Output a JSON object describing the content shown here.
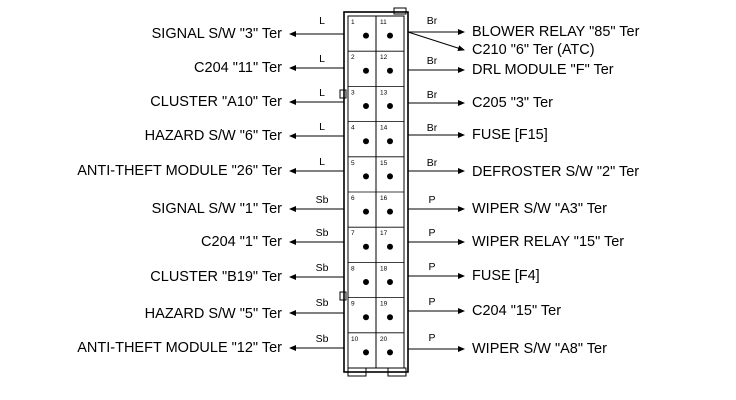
{
  "left_pins": [
    {
      "pin": "1",
      "wire": "L",
      "label": "SIGNAL S/W \"3\" Ter"
    },
    {
      "pin": "2",
      "wire": "L",
      "label": "C204 \"11\" Ter"
    },
    {
      "pin": "3",
      "wire": "L",
      "label": "CLUSTER \"A10\" Ter"
    },
    {
      "pin": "4",
      "wire": "L",
      "label": "HAZARD S/W \"6\" Ter"
    },
    {
      "pin": "5",
      "wire": "L",
      "label": "ANTI-THEFT MODULE \"26\" Ter"
    },
    {
      "pin": "6",
      "wire": "Sb",
      "label": "SIGNAL S/W \"1\" Ter"
    },
    {
      "pin": "7",
      "wire": "Sb",
      "label": "C204 \"1\" Ter"
    },
    {
      "pin": "8",
      "wire": "Sb",
      "label": "CLUSTER \"B19\" Ter"
    },
    {
      "pin": "9",
      "wire": "Sb",
      "label": "HAZARD S/W \"5\" Ter"
    },
    {
      "pin": "10",
      "wire": "Sb",
      "label": "ANTI-THEFT MODULE \"12\" Ter"
    }
  ],
  "right_pins": [
    {
      "pin": "11",
      "wire": "Br",
      "label": "BLOWER RELAY \"85\" Ter",
      "label2": "C210 \"6\" Ter (ATC)"
    },
    {
      "pin": "12",
      "wire": "Br",
      "label": "DRL MODULE \"F\" Ter"
    },
    {
      "pin": "13",
      "wire": "Br",
      "label": "C205 \"3\" Ter"
    },
    {
      "pin": "14",
      "wire": "Br",
      "label": "FUSE [F15]"
    },
    {
      "pin": "15",
      "wire": "Br",
      "label": "DEFROSTER S/W \"2\" Ter"
    },
    {
      "pin": "16",
      "wire": "P",
      "label": "WIPER S/W \"A3\" Ter"
    },
    {
      "pin": "17",
      "wire": "P",
      "label": "WIPER RELAY \"15\" Ter"
    },
    {
      "pin": "18",
      "wire": "P",
      "label": "FUSE [F4]"
    },
    {
      "pin": "19",
      "wire": "P",
      "label": "C204 \"15\" Ter"
    },
    {
      "pin": "20",
      "wire": "P",
      "label": "WIPER S/W \"A8\" Ter"
    }
  ]
}
